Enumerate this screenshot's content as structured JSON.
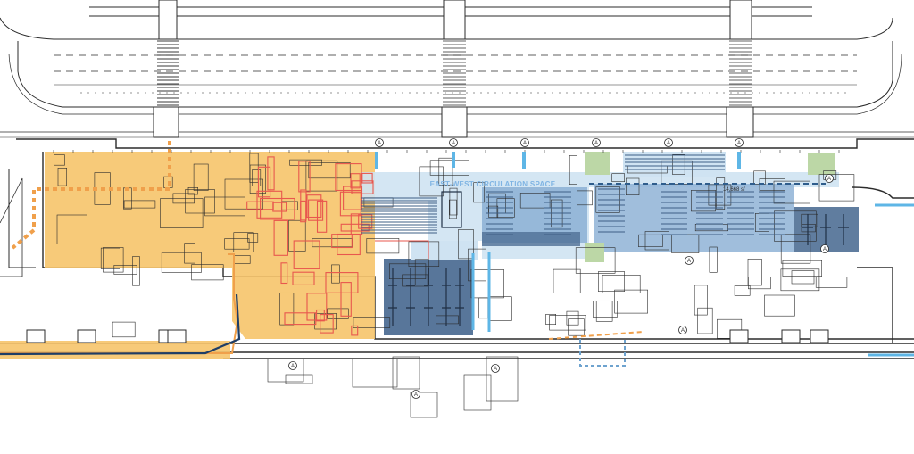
{
  "labels": {
    "circulation_space": "EAST-WEST CIRCULATION SPACE",
    "area_note": "14,668 sf"
  },
  "marker_letter": "A",
  "colors": {
    "zone_orange": "#f6c46a",
    "zone_red_lines": "#e8574e",
    "zone_dark_blue": "#4f6f95",
    "zone_light_blue": "#cfe3f2",
    "zone_mid_blue": "#8fb3d6",
    "zone_green": "#bcd7a6",
    "circulation_blue": "#8fc7ec",
    "arrow_orange": "#f0a04b",
    "arrow_blue": "#5eb6e6",
    "line_dark": "#2b2b2b"
  }
}
